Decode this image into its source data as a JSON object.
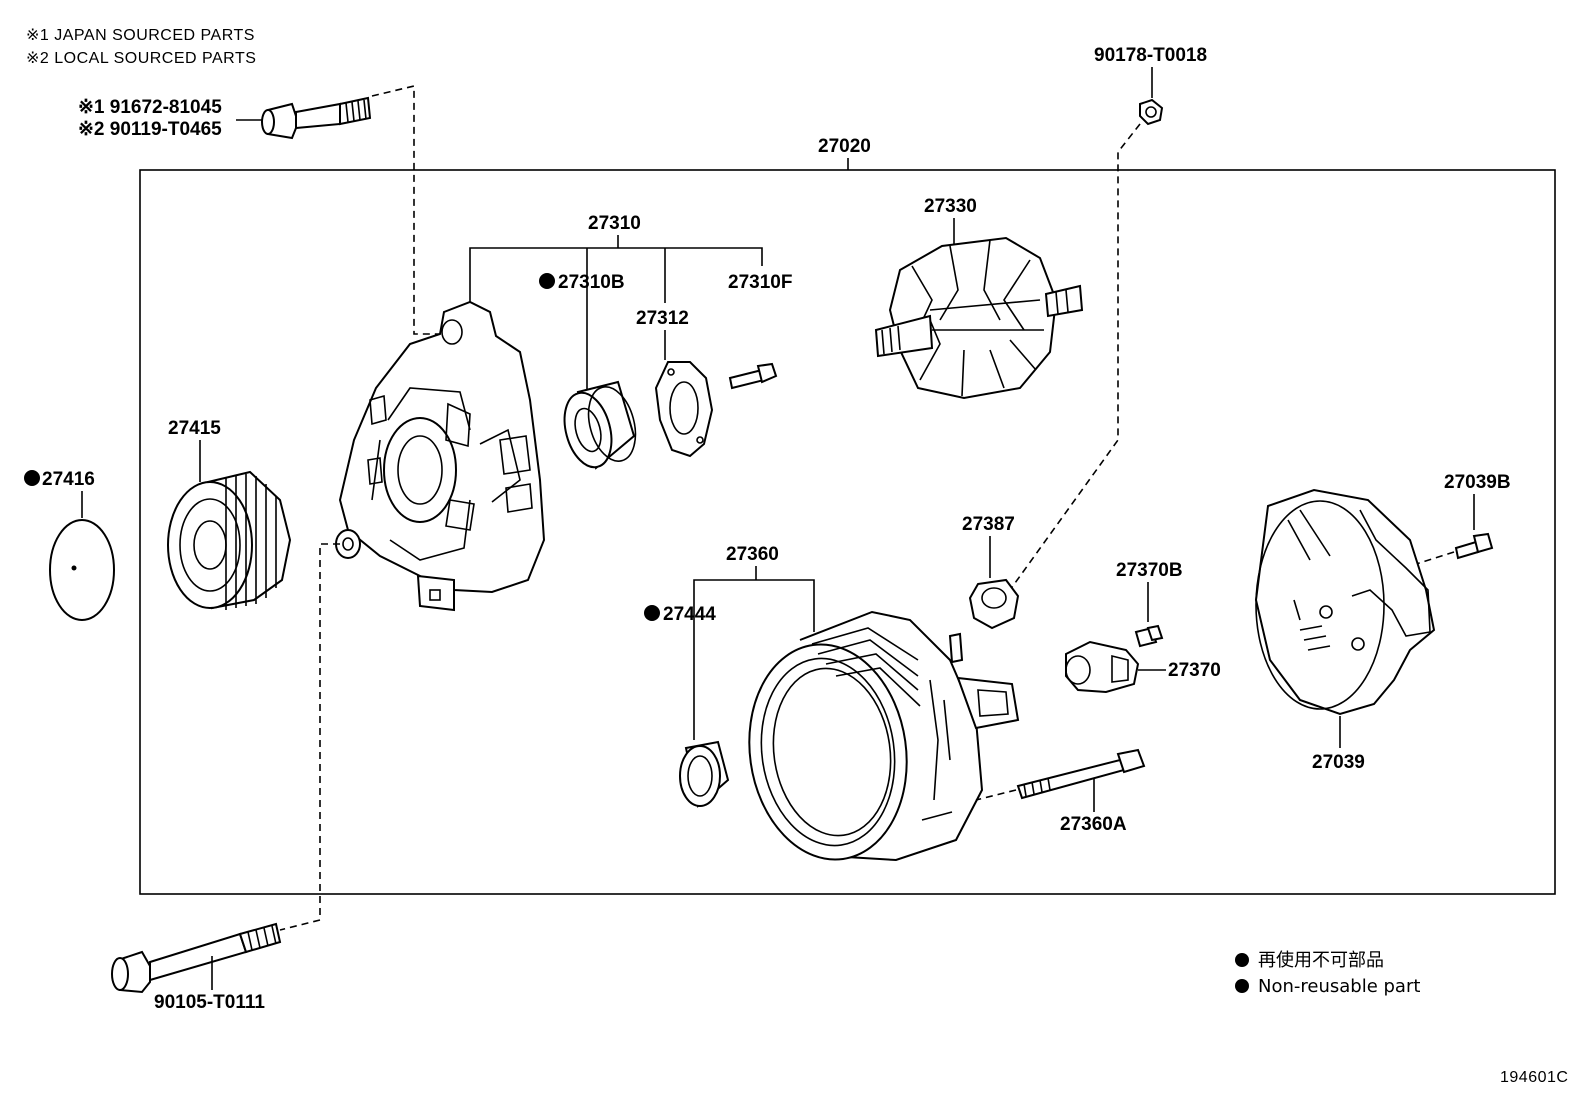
{
  "notes": {
    "line1": "※1 JAPAN SOURCED PARTS",
    "line2": "※2 LOCAL SOURCED PARTS"
  },
  "labels": {
    "bolt_japan": "※1  91672-81045",
    "bolt_local": "※2  90119-T0465",
    "nut_top": "90178-T0018",
    "assembly": "27020",
    "drive_end_frame_group": "27310",
    "bearing": "27310B",
    "retainer_plate": "27312",
    "retainer_screw": "27310F",
    "rotor": "27330",
    "pulley": "27415",
    "pulley_cap": "27416",
    "insulator": "27387",
    "rectifier_end_frame_group": "27360",
    "bearing_cover": "27444",
    "brush_holder_screw": "27370B",
    "brush_holder": "27370",
    "rear_cover": "27039",
    "rear_cover_nut": "27039B",
    "through_bolt": "27360A",
    "bottom_bolt": "90105-T0111"
  },
  "legend": {
    "japanese": "再使用不可部品",
    "english": "Non-reusable part"
  },
  "figure_code": "194601C"
}
